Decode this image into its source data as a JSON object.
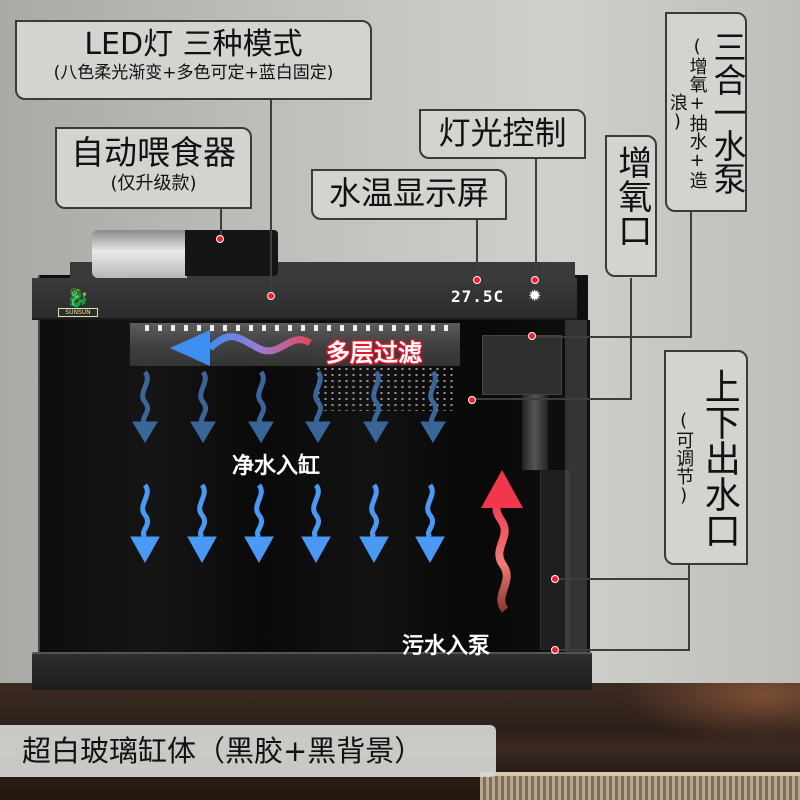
{
  "labels": {
    "led": {
      "title": "LED灯 三种模式",
      "subtitle": "(八色柔光渐变+多色可定+蓝白固定)"
    },
    "feeder": {
      "title": "自动喂食器",
      "subtitle": "(仅升级款)"
    },
    "light_control": {
      "title": "灯光控制"
    },
    "temp_display": {
      "title": "水温显示屏"
    },
    "oxygen_port": {
      "title": "增氧口"
    },
    "pump": {
      "title": "三合一水泵",
      "subtitle": "(增氧+抽水+造浪)"
    },
    "outlet": {
      "title": "上下出水口",
      "subtitle": "(可调节)"
    },
    "glass": {
      "title": "超白玻璃缸体（黑胶+黑背景）"
    }
  },
  "tank": {
    "temperature": "27.5C",
    "brand": "SUNSUN",
    "icons": [
      "light-bulb-icon",
      "brand-logo-icon"
    ]
  },
  "flow": {
    "filter_text": "多层过滤",
    "clean_text": "净水入缸",
    "dirty_text": "污水入泵"
  },
  "colors": {
    "marker_red": "#ff1a2a",
    "arrow_blue": "#4a9af5",
    "arrow_red": "#f2364c",
    "label_bg": "#d3d3cf",
    "tank_black": "#0d0d0d"
  }
}
